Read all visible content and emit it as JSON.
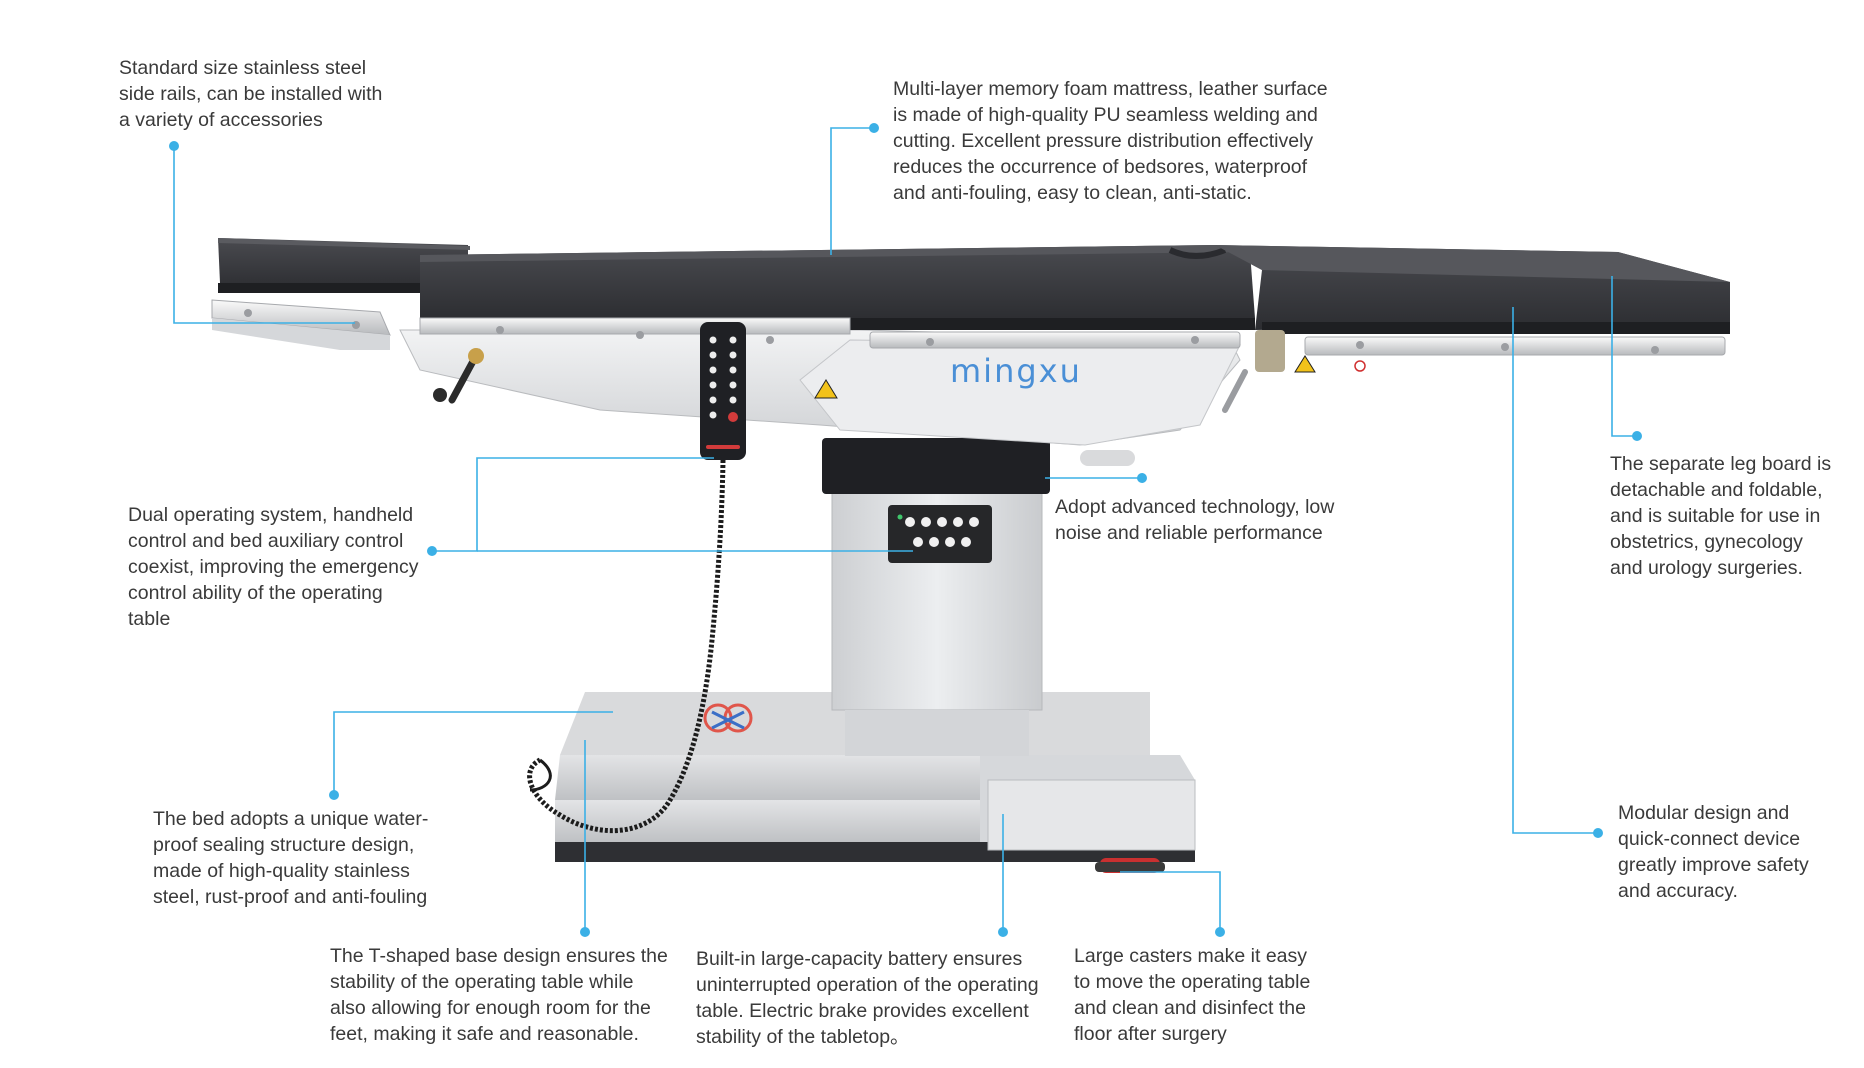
{
  "brand": {
    "logo_text": "mingxu"
  },
  "colors": {
    "accent": "#3bb0e6",
    "text": "#3a3a3a",
    "mattress": "#3a3b3f",
    "frame": "#e4e5e7",
    "brand_blue": "#4a8fd6"
  },
  "callouts": {
    "side_rails": "Standard size stainless steel\nside rails, can be installed with\na variety of accessories",
    "mattress": "Multi-layer memory foam mattress, leather surface\nis made of high-quality PU seamless welding and\ncutting. Excellent pressure distribution effectively\nreduces the occurrence of bedsores, waterproof\nand anti-fouling, easy to clean, anti-static.",
    "leg_board": "The separate leg board is\ndetachable and foldable,\nand is suitable for use in\nobstetrics, gynecology\nand urology surgeries.",
    "dual_control": "Dual operating system, handheld\ncontrol and bed auxiliary control\ncoexist, improving the emergency\ncontrol ability of the operating\ntable",
    "technology": "Adopt advanced technology, low\nnoise and reliable performance",
    "waterproof": "The bed adopts a unique water-\nproof sealing structure design,\nmade of high-quality stainless\nsteel, rust-proof and anti-fouling",
    "modular": "Modular design and\nquick-connect device\ngreatly improve safety\nand accuracy.",
    "t_base": "The T-shaped base design ensures the\nstability of the operating table while\nalso allowing for enough room for the\nfeet, making it safe and reasonable.",
    "battery": "Built-in large-capacity battery ensures\nuninterrupted operation of the operating\ntable. Electric brake provides excellent\nstability of the tabletop。",
    "casters": "Large casters make it easy\nto move the operating table\nand clean and disinfect the\nfloor after surgery"
  }
}
